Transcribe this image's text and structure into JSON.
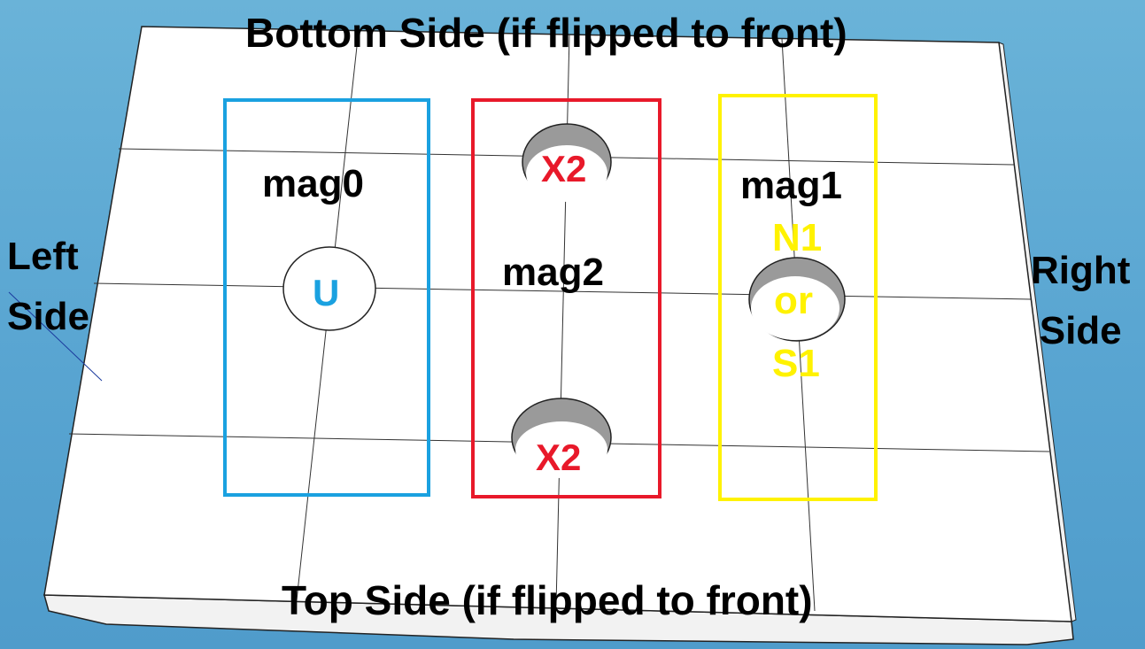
{
  "labels": {
    "top_title": "Bottom Side (if flipped to front)",
    "bottom_title": "Top Side (if flipped to front)",
    "left_side": [
      "Left",
      "Side"
    ],
    "right_side": [
      "Right",
      "Side"
    ]
  },
  "regions": {
    "mag0": {
      "name": "mag0",
      "hole_label": "U",
      "color": "#1aa1e0"
    },
    "mag2": {
      "name": "mag2",
      "hole_label_top": "X2",
      "hole_label_bottom": "X2",
      "color": "#e8192a"
    },
    "mag1": {
      "name": "mag1",
      "pole_1": "N1",
      "or_text": "or",
      "pole_2": "S1",
      "color": "#fff200"
    }
  },
  "colors": {
    "background": "#5aa6d2",
    "block_face": "#ffffff",
    "block_edge": "#f0f0f0",
    "text": "#000000"
  }
}
